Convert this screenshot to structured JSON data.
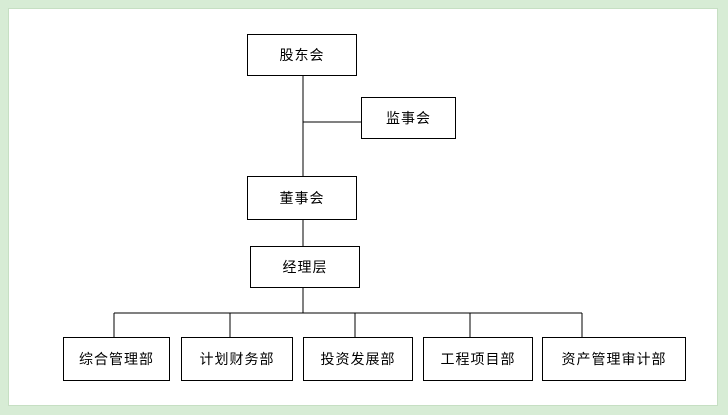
{
  "diagram": {
    "nodes": {
      "shareholders": "股东会",
      "supervisors": "监事会",
      "board": "董事会",
      "management": "经理层",
      "dept_general": "综合管理部",
      "dept_finance": "计划财务部",
      "dept_investment": "投资发展部",
      "dept_engineering": "工程项目部",
      "dept_asset_audit": "资产管理审计部"
    },
    "colors": {
      "background": "#d7ecd5",
      "line": "#000000",
      "box": "#ffffff"
    }
  }
}
